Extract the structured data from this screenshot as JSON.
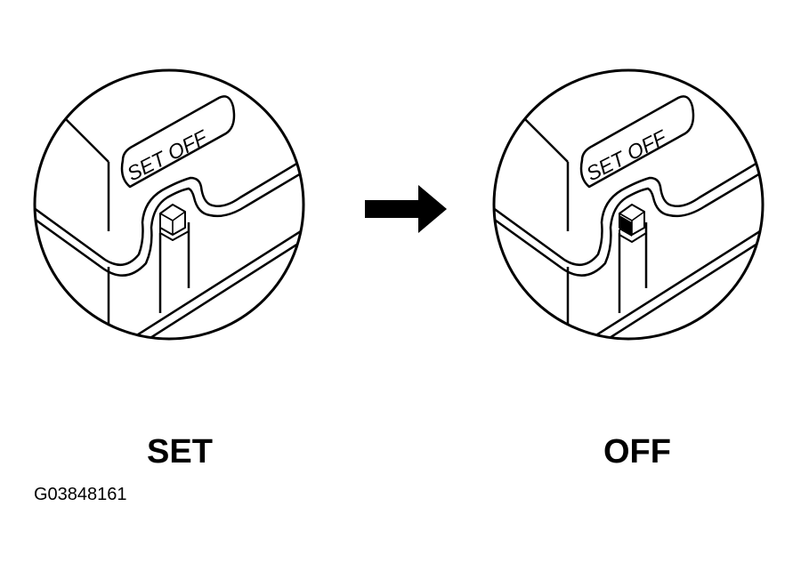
{
  "panels": [
    {
      "state_label": "SET",
      "plate_text": "SET OFF",
      "switch_position": "SET"
    },
    {
      "state_label": "OFF",
      "plate_text": "SET OFF",
      "switch_position": "OFF"
    }
  ],
  "figure_code": "G03848161",
  "icons": {
    "arrow": "right-arrow-icon"
  },
  "colors": {
    "line": "#000000",
    "background": "#ffffff"
  }
}
